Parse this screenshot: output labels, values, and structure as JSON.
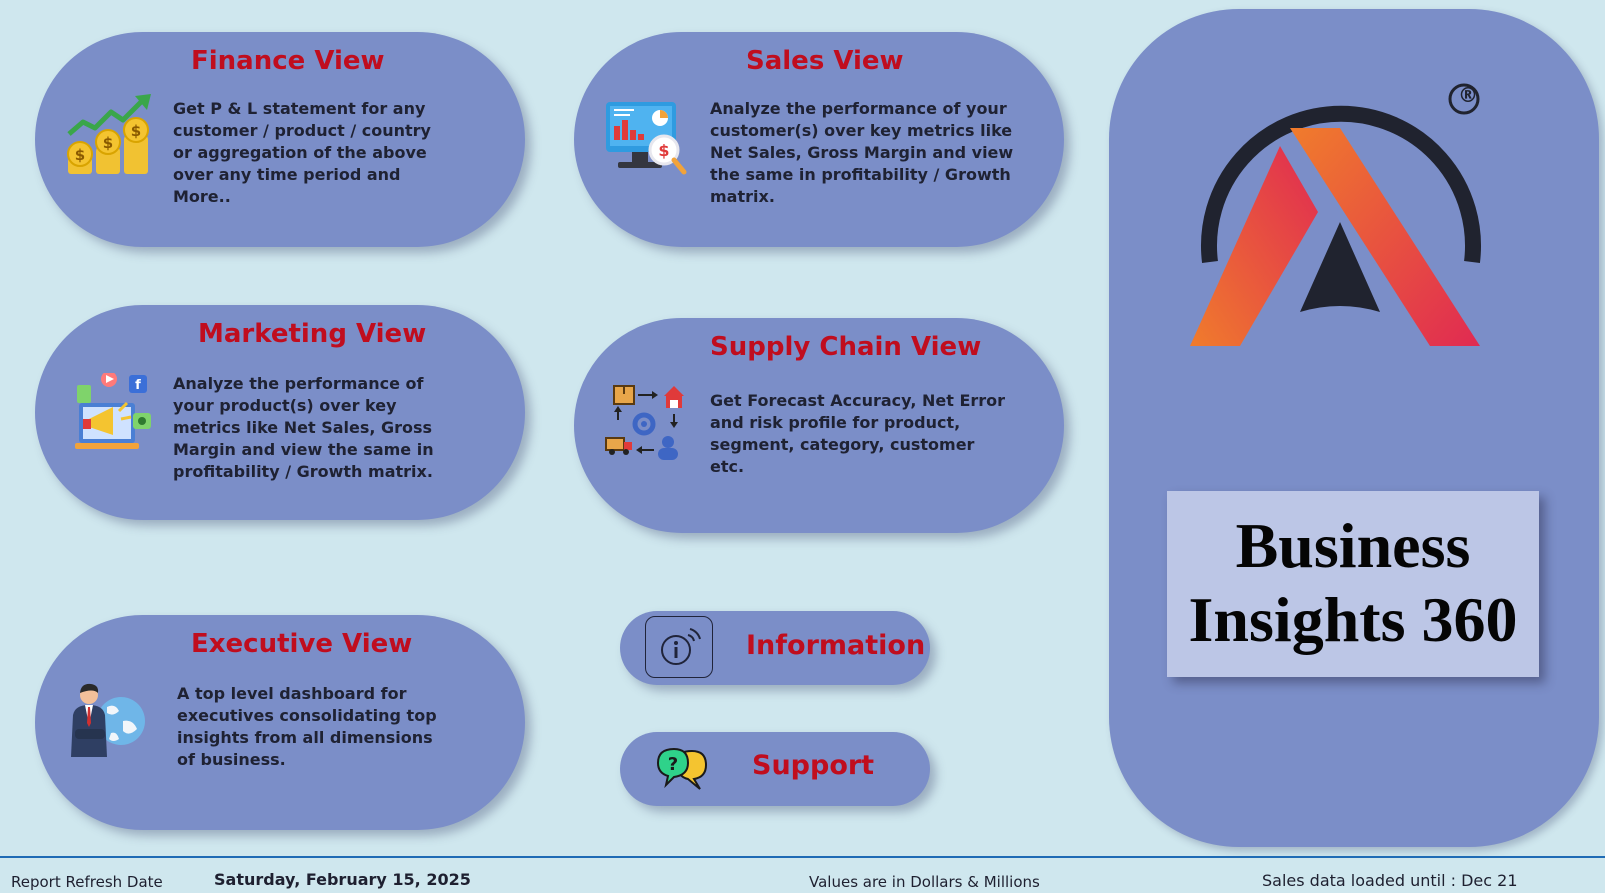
{
  "cards": {
    "finance": {
      "title": "Finance View",
      "description": "Get  P & L statement for any customer / product / country or aggregation of the above over any time period and More..",
      "icon": "coins-growth-icon"
    },
    "sales": {
      "title": "Sales View",
      "description": "Analyze the performance of your customer(s) over key metrics like Net Sales, Gross Margin and view the same in profitability / Growth matrix.",
      "icon": "sales-monitor-icon"
    },
    "marketing": {
      "title": "Marketing View",
      "description": "Analyze the performance of your product(s) over key metrics like Net Sales, Gross Margin and view the same in profitability / Growth matrix.",
      "icon": "megaphone-social-icon"
    },
    "supply_chain": {
      "title": "Supply Chain View",
      "description": "Get Forecast Accuracy, Net Error and risk profile for product, segment, category, customer etc.",
      "icon": "supply-chain-cycle-icon"
    },
    "executive": {
      "title": "Executive View",
      "description": "A top level dashboard for executives consolidating top insights from all dimensions of business.",
      "icon": "executive-globe-icon"
    }
  },
  "buttons": {
    "information": {
      "label": "Information",
      "icon": "info-icon"
    },
    "support": {
      "label": "Support",
      "icon": "chat-question-icon"
    }
  },
  "brand": {
    "logo": "atliq-logo",
    "registered_mark": "®",
    "title_line1": "Business",
    "title_line2": "Insights 360"
  },
  "footer": {
    "refresh_label": "Report Refresh Date",
    "refresh_date": "Saturday, February 15, 2025",
    "units_note": "Values are in Dollars & Millions",
    "sales_loaded": "Sales data loaded until : Dec 21"
  },
  "colors": {
    "background": "#cfe7ee",
    "card": "#7b8ec8",
    "title_red": "#c00d1e",
    "footer_rule": "#1f6bb5"
  }
}
